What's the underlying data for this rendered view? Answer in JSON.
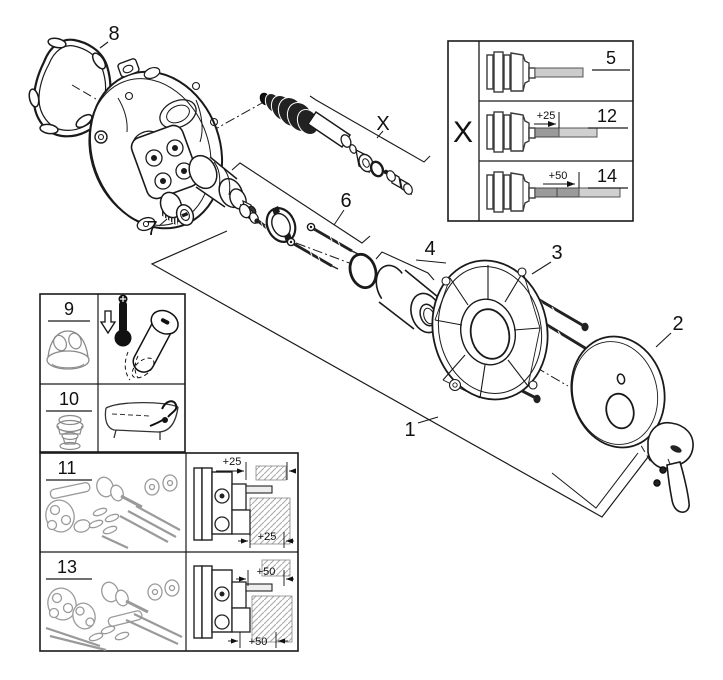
{
  "main": {
    "labels": {
      "gasket": "8",
      "plug": "7",
      "spindle_group": "X",
      "cartridge_group": "6",
      "sleeve_group": "4",
      "mounting_plate": "3",
      "escutcheon": "2",
      "trim_unit": "1"
    }
  },
  "variant_box": {
    "column_label": "X",
    "rows": [
      {
        "part_number": "5",
        "extension": ""
      },
      {
        "part_number": "12",
        "extension": "+25"
      },
      {
        "part_number": "14",
        "extension": "+50"
      }
    ]
  },
  "spare_box": {
    "cells": [
      {
        "part_number": "9"
      },
      {
        "part_number": "10"
      }
    ]
  },
  "kit_box": {
    "rows": [
      {
        "part_number": "11",
        "dim_top": "+25",
        "dim_bottom": "+25"
      },
      {
        "part_number": "13",
        "dim_top": "+50",
        "dim_bottom": "+50"
      }
    ]
  },
  "colors": {
    "line": "#1a1a1a",
    "gray_part": "#8a8a8a",
    "shaft_fill": "#cccccc",
    "extension_fill": "#9b9b9b",
    "dark_fill": "#222222"
  }
}
